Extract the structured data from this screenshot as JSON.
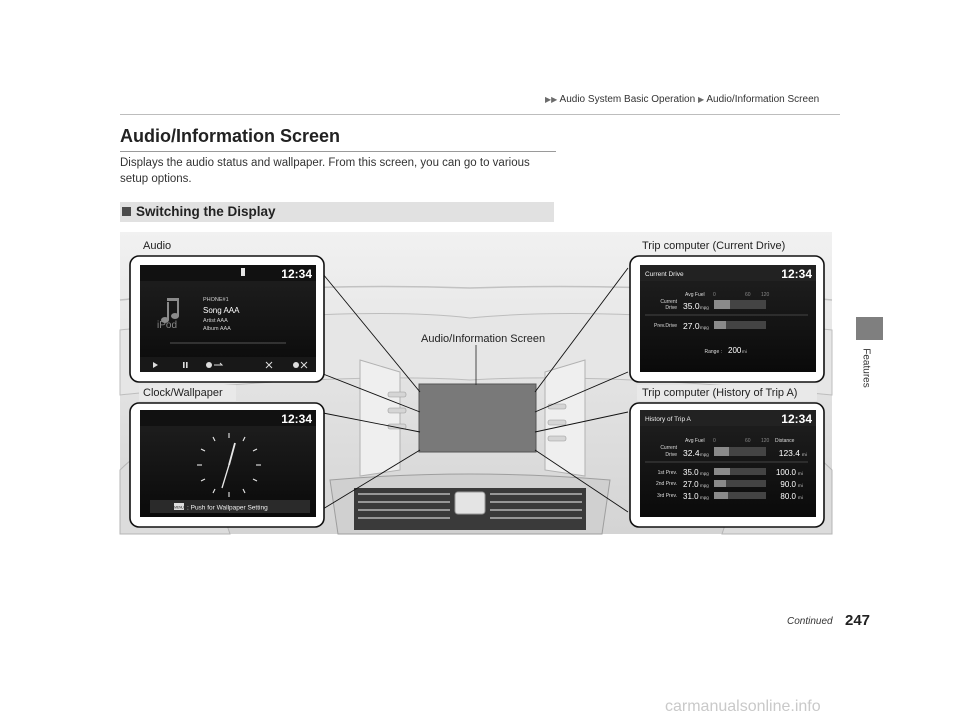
{
  "header": {
    "breadcrumb_1": "Audio System Basic Operation",
    "breadcrumb_2": "Audio/Information Screen",
    "arrow": "▶▶",
    "sep_arrow": "▶"
  },
  "main": {
    "title": "Audio/Information Screen",
    "intro": "Displays the audio status and wallpaper. From this screen, you can go to various setup options.",
    "section_heading": "Switching the Display"
  },
  "figure": {
    "label_audio": "Audio",
    "label_trip_current": "Trip computer (Current Drive)",
    "label_screen": "Audio/Information Screen",
    "label_clock": "Clock/Wallpaper",
    "label_trip_history": "Trip computer (History of Trip A)",
    "clock_time": "12:34",
    "audio_screen": {
      "phone": "PHONE#1",
      "song": "Song AAA",
      "artist": "Artist AAA",
      "album": "Album AAA",
      "source": "iPod"
    },
    "clock_screen": {
      "menu_badge": "MENU",
      "hint": ": Push for Wallpaper Setting"
    },
    "current_drive_screen": {
      "title": "Current Drive",
      "avg_fuel": "Avg Fuel",
      "scale_0": "0",
      "scale_60": "60",
      "scale_120": "120",
      "current_label_1": "Current",
      "current_label_2": "Drive",
      "current_value": "35.0",
      "unit_mpg": "mpg",
      "prev_label": "Prev.Drive",
      "prev_value": "27.0",
      "range_label": "Range :",
      "range_value": "200",
      "unit_mi": "mi"
    },
    "history_screen": {
      "title": "History of Trip A",
      "avg_fuel": "Avg Fuel",
      "distance": "Distance",
      "scale_0": "0",
      "scale_60": "60",
      "scale_120": "120",
      "current_label_1": "Current",
      "current_label_2": "Drive",
      "rows": [
        {
          "label": "",
          "mpg": "32.4",
          "dist": "123.4"
        },
        {
          "label": "1st Prev.",
          "mpg": "35.0",
          "dist": "100.0"
        },
        {
          "label": "2nd Prev.",
          "mpg": "27.0",
          "dist": "90.0"
        },
        {
          "label": "3rd Prev.",
          "mpg": "31.0",
          "dist": "80.0"
        }
      ],
      "unit_mpg": "mpg",
      "unit_mi": "mi"
    }
  },
  "side": {
    "tab_label": "Features"
  },
  "footer": {
    "continued": "Continued",
    "page_number": "247",
    "watermark": "carmanualsonline.info"
  }
}
